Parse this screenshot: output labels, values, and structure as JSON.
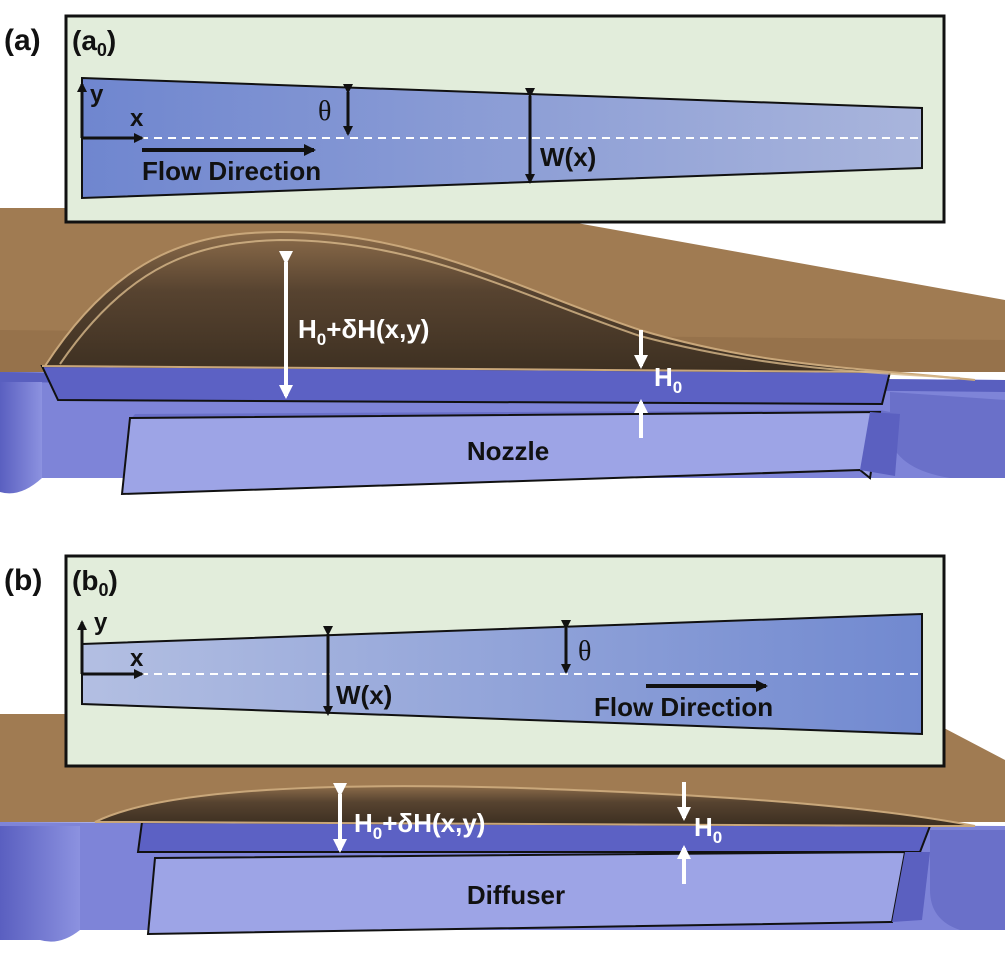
{
  "colors": {
    "inset_bg": "#e2eddb",
    "channel_left": "#6f86cf",
    "channel_right": "#a9b5dc",
    "earth": "#9a7650",
    "earth_dark": "#4a3826",
    "device_face": "#9da4e6",
    "device_top": "#6368c6",
    "arrow_white": "#ffffff"
  },
  "panel_a": {
    "label": "(a)",
    "inset_label_main": "(a",
    "inset_label_sub": "0",
    "inset_label_close": ")",
    "axis_y": "y",
    "axis_x": "x",
    "theta": "θ",
    "width_label": "W(x)",
    "flow_label": "Flow Direction",
    "height_main": "H",
    "height_sub": "0",
    "height_rest": "+δH(x,y)",
    "h0_main": "H",
    "h0_sub": "0",
    "device_label": "Nozzle"
  },
  "panel_b": {
    "label": "(b)",
    "inset_label_main": "(b",
    "inset_label_sub": "0",
    "inset_label_close": ")",
    "axis_y": "y",
    "axis_x": "x",
    "theta": "θ",
    "width_label": "W(x)",
    "flow_label": "Flow Direction",
    "height_main": "H",
    "height_sub": "0",
    "height_rest": "+δH(x,y)",
    "h0_main": "H",
    "h0_sub": "0",
    "device_label": "Diffuser"
  }
}
